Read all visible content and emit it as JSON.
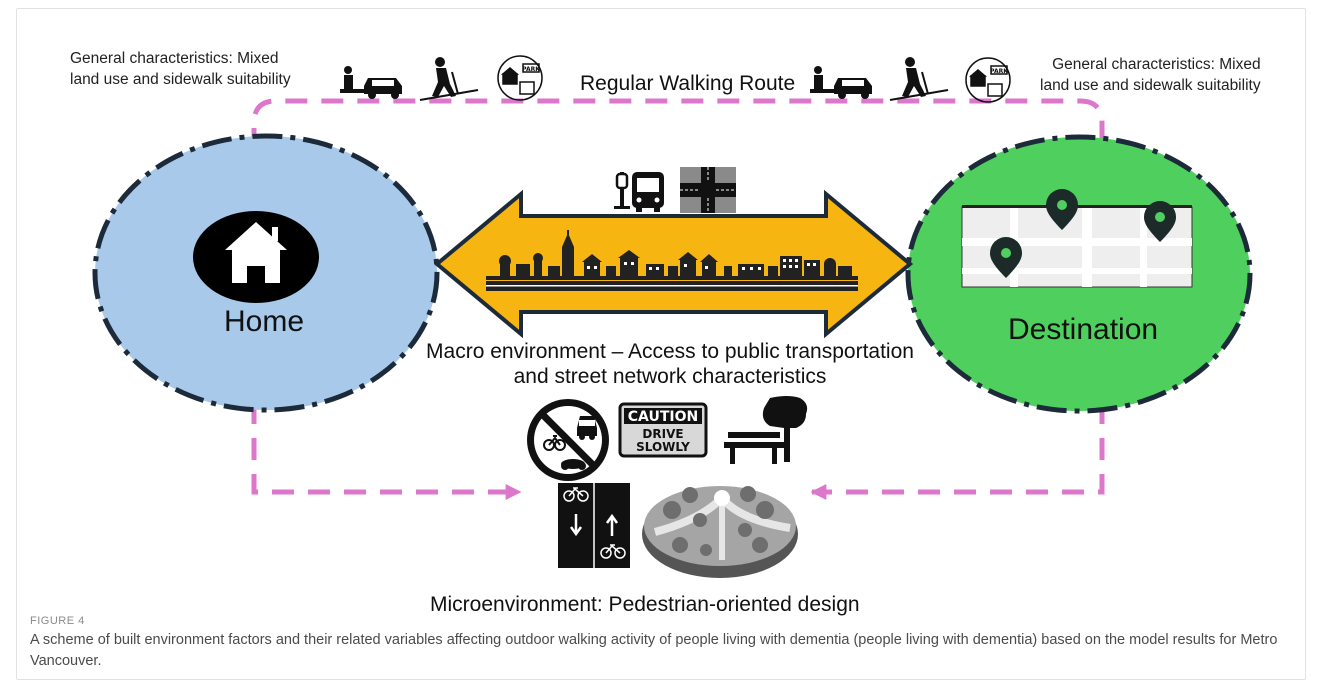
{
  "labels": {
    "general_left": [
      "General characteristics: Mixed",
      "land use and sidewalk suitability"
    ],
    "general_right": [
      "General characteristics: Mixed",
      "land use and sidewalk suitability"
    ],
    "route": "Regular Walking Route",
    "home": "Home",
    "destination": "Destination",
    "macro": [
      "Macro environment – Access to public transportation",
      "and street network characteristics"
    ],
    "micro": "Microenvironment: Pedestrian-oriented design",
    "caution_sign": [
      "CAUTION",
      "DRIVE",
      "SLOWLY"
    ],
    "park_sign": "PARK"
  },
  "caption": {
    "label": "FIGURE 4",
    "text": "A scheme of built environment factors and their related variables affecting outdoor walking activity of people living with dementia (people living with dementia) based on the model results for Metro Vancouver."
  },
  "colors": {
    "home_fill": "#a8c9ea",
    "destination_fill": "#4fd05e",
    "arrow_fill": "#f7b512",
    "route_dash": "#dd77cc",
    "circle_border": "#1c2a3a"
  },
  "icons": [
    "home-icon",
    "map-pins-icon",
    "bus-stop-icon",
    "intersection-icon",
    "street-skyline-icon",
    "no-vehicles-sign-icon",
    "caution-sign-icon",
    "bench-tree-icon",
    "bike-lanes-icon",
    "park-icon",
    "pedestrian-car-icon",
    "hiker-slope-icon",
    "mixed-land-use-icon"
  ]
}
